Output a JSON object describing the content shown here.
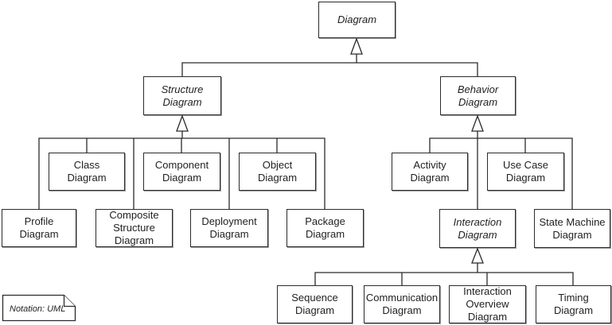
{
  "figure": {
    "description_label": "UML diagram types generalization hierarchy"
  },
  "colors": {
    "background": "#ffffff",
    "line": "#2b2b2b",
    "box_border": "#2b2b2b",
    "box_fill": "#ffffff",
    "text": "#1f1f1f"
  },
  "nodes": {
    "diagram": {
      "label": "Diagram",
      "abstract": true
    },
    "structure_diagram": {
      "label": "Structure\nDiagram",
      "abstract": true
    },
    "behavior_diagram": {
      "label": "Behavior\nDiagram",
      "abstract": true
    },
    "class_diagram": {
      "label": "Class\nDiagram",
      "abstract": false
    },
    "component_diagram": {
      "label": "Component\nDiagram",
      "abstract": false
    },
    "object_diagram": {
      "label": "Object\nDiagram",
      "abstract": false
    },
    "activity_diagram": {
      "label": "Activity\nDiagram",
      "abstract": false
    },
    "use_case_diagram": {
      "label": "Use Case\nDiagram",
      "abstract": false
    },
    "profile_diagram": {
      "label": "Profile\nDiagram",
      "abstract": false
    },
    "composite_structure_diagram": {
      "label": "Composite\nStructure\nDiagram",
      "abstract": false
    },
    "deployment_diagram": {
      "label": "Deployment\nDiagram",
      "abstract": false
    },
    "package_diagram": {
      "label": "Package\nDiagram",
      "abstract": false
    },
    "interaction_diagram": {
      "label": "Interaction\nDiagram",
      "abstract": true
    },
    "state_machine_diagram": {
      "label": "State Machine\nDiagram",
      "abstract": false
    },
    "sequence_diagram": {
      "label": "Sequence\nDiagram",
      "abstract": false
    },
    "communication_diagram": {
      "label": "Communication\nDiagram",
      "abstract": false
    },
    "interaction_overview_diagram": {
      "label": "Interaction\nOverview\nDiagram",
      "abstract": false
    },
    "timing_diagram": {
      "label": "Timing\nDiagram",
      "abstract": false
    }
  },
  "notation_note": {
    "text": "Notation: UML"
  }
}
